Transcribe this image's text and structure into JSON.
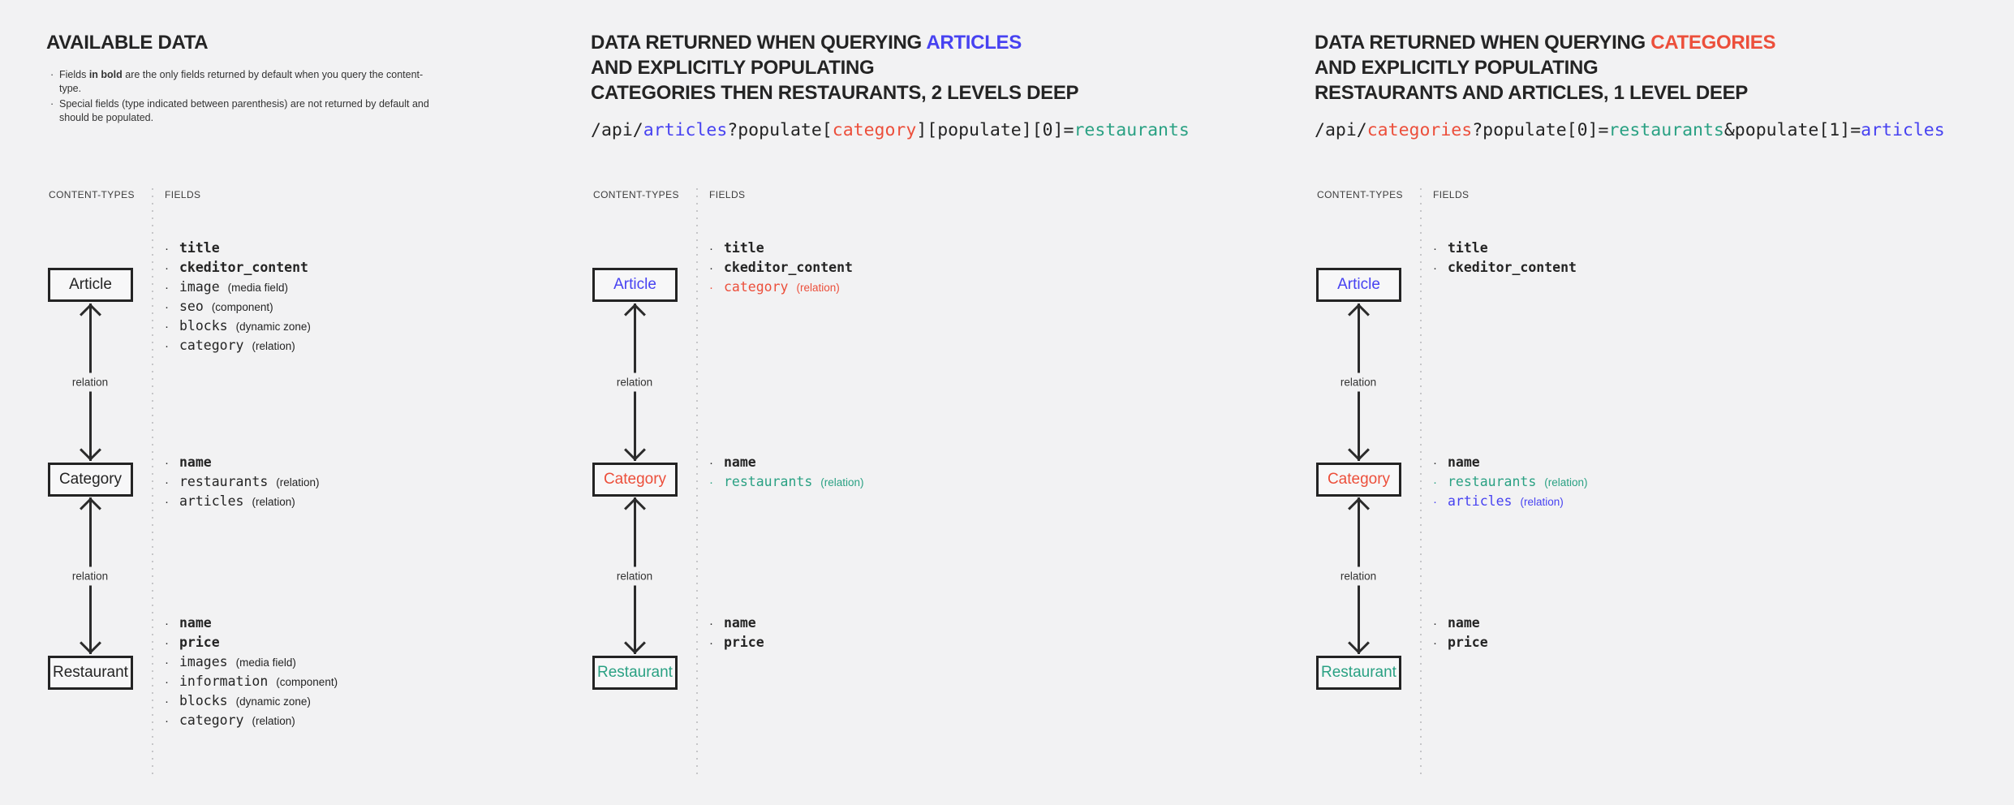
{
  "colors": {
    "background": "#f2f2f3",
    "text": "#242424",
    "blue": "#4742f1",
    "red": "#ec4f3b",
    "teal": "#2aa183",
    "divider_dots": "#c6c6c8",
    "arrow": "#2b2b2b"
  },
  "columns": [
    {
      "id": "available-data",
      "title_lines": [
        {
          "parts": [
            {
              "text": "AVAILABLE DATA",
              "color": "#242424"
            }
          ]
        }
      ],
      "notes": [
        {
          "pre": "Fields ",
          "bold": "in bold",
          "post": " are the only fields returned by default when you query the content-type."
        },
        {
          "pre": "Special fields (type indicated between parenthesis) are not returned by default and should be populated.",
          "bold": "",
          "post": ""
        }
      ],
      "content_types_label": "CONTENT-TYPES",
      "fields_label": "FIELDS",
      "relations": [
        "relation",
        "relation"
      ],
      "nodes": [
        {
          "label": "Article",
          "color": "#242424",
          "fields": [
            {
              "name": "title",
              "bold": true
            },
            {
              "name": "ckeditor_content",
              "bold": true
            },
            {
              "name": "image",
              "type": "(media field)"
            },
            {
              "name": "seo",
              "type": "(component)"
            },
            {
              "name": "blocks",
              "type": "(dynamic zone)"
            },
            {
              "name": "category",
              "type": "(relation)"
            }
          ]
        },
        {
          "label": "Category",
          "color": "#242424",
          "fields": [
            {
              "name": "name",
              "bold": true
            },
            {
              "name": "restaurants",
              "type": "(relation)"
            },
            {
              "name": "articles",
              "type": "(relation)"
            }
          ]
        },
        {
          "label": "Restaurant",
          "color": "#242424",
          "fields": [
            {
              "name": "name",
              "bold": true
            },
            {
              "name": "price",
              "bold": true
            },
            {
              "name": "images",
              "type": "(media field)"
            },
            {
              "name": "information",
              "type": "(component)"
            },
            {
              "name": "blocks",
              "type": "(dynamic zone)"
            },
            {
              "name": "category",
              "type": "(relation)"
            }
          ]
        }
      ]
    },
    {
      "id": "query-articles",
      "title_lines": [
        {
          "parts": [
            {
              "text": "DATA RETURNED WHEN QUERYING ",
              "color": "#242424"
            },
            {
              "text": "ARTICLES",
              "color": "#4742f1"
            }
          ]
        },
        {
          "parts": [
            {
              "text": "AND EXPLICITLY POPULATING",
              "color": "#242424"
            }
          ]
        },
        {
          "parts": [
            {
              "text": "CATEGORIES THEN RESTAURANTS, 2 LEVELS DEEP",
              "color": "#242424"
            }
          ]
        }
      ],
      "code_parts": [
        {
          "text": "/api/",
          "color": "#242424"
        },
        {
          "text": "articles",
          "color": "#4742f1"
        },
        {
          "text": "?populate[",
          "color": "#242424"
        },
        {
          "text": "category",
          "color": "#ec4f3b"
        },
        {
          "text": "][populate][0]=",
          "color": "#242424"
        },
        {
          "text": "restaurants",
          "color": "#2aa183"
        }
      ],
      "content_types_label": "CONTENT-TYPES",
      "fields_label": "FIELDS",
      "relations": [
        "relation",
        "relation"
      ],
      "nodes": [
        {
          "label": "Article",
          "color": "#4742f1",
          "fields": [
            {
              "name": "title",
              "bold": true
            },
            {
              "name": "ckeditor_content",
              "bold": true
            },
            {
              "name": "category",
              "type": "(relation)",
              "color": "#ec4f3b"
            }
          ]
        },
        {
          "label": "Category",
          "color": "#ec4f3b",
          "fields": [
            {
              "name": "name",
              "bold": true
            },
            {
              "name": "restaurants",
              "type": "(relation)",
              "color": "#2aa183"
            }
          ]
        },
        {
          "label": "Restaurant",
          "color": "#2aa183",
          "fields": [
            {
              "name": "name",
              "bold": true
            },
            {
              "name": "price",
              "bold": true
            }
          ]
        }
      ]
    },
    {
      "id": "query-categories",
      "title_lines": [
        {
          "parts": [
            {
              "text": "DATA RETURNED WHEN QUERYING ",
              "color": "#242424"
            },
            {
              "text": "CATEGORIES",
              "color": "#ec4f3b"
            }
          ]
        },
        {
          "parts": [
            {
              "text": "AND EXPLICITLY POPULATING",
              "color": "#242424"
            }
          ]
        },
        {
          "parts": [
            {
              "text": "RESTAURANTS AND ARTICLES, 1 LEVEL DEEP",
              "color": "#242424"
            }
          ]
        }
      ],
      "code_parts": [
        {
          "text": "/api/",
          "color": "#242424"
        },
        {
          "text": "categories",
          "color": "#ec4f3b"
        },
        {
          "text": "?populate[0]=",
          "color": "#242424"
        },
        {
          "text": "restaurants",
          "color": "#2aa183"
        },
        {
          "text": "&populate[1]=",
          "color": "#242424"
        },
        {
          "text": "articles",
          "color": "#4742f1"
        }
      ],
      "content_types_label": "CONTENT-TYPES",
      "fields_label": "FIELDS",
      "relations": [
        "relation",
        "relation"
      ],
      "nodes": [
        {
          "label": "Article",
          "color": "#4742f1",
          "fields": [
            {
              "name": "title",
              "bold": true
            },
            {
              "name": "ckeditor_content",
              "bold": true
            }
          ]
        },
        {
          "label": "Category",
          "color": "#ec4f3b",
          "fields": [
            {
              "name": "name",
              "bold": true
            },
            {
              "name": "restaurants",
              "type": "(relation)",
              "color": "#2aa183"
            },
            {
              "name": "articles",
              "type": "(relation)",
              "color": "#4742f1"
            }
          ]
        },
        {
          "label": "Restaurant",
          "color": "#2aa183",
          "fields": [
            {
              "name": "name",
              "bold": true
            },
            {
              "name": "price",
              "bold": true
            }
          ]
        }
      ]
    }
  ]
}
